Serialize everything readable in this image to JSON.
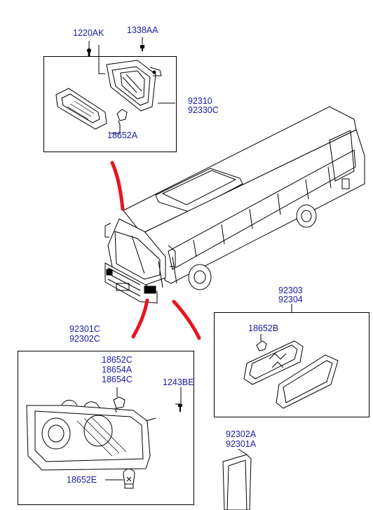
{
  "colors": {
    "label": "#1a1aa6",
    "line": "#000000",
    "callout": "#e8141e",
    "paper": "#ffffff"
  },
  "labels": {
    "p1220AK": "1220AK",
    "p1338AA": "1338AA",
    "p92310": "92310",
    "p92330C": "92330C",
    "p18652A": "18652A",
    "p92303": "92303",
    "p92304": "92304",
    "p18652B": "18652B",
    "p92301C": "92301C",
    "p92302C": "92302C",
    "p18652C": "18652C",
    "p18654A": "18654A",
    "p18654C": "18654C",
    "p1243BE": "1243BE",
    "p18652E": "18652E",
    "p92302A": "92302A",
    "p92301A": "92301A"
  },
  "icons": [
    "side-marker-lamp-icon",
    "bus-icon",
    "head-lamp-icon",
    "bulb-icon",
    "screw-icon",
    "corner-lamp-icon"
  ]
}
